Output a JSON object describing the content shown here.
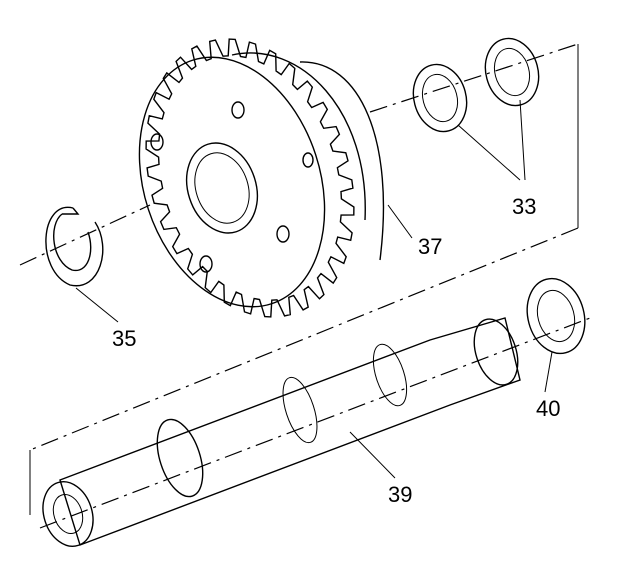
{
  "callouts": {
    "washers_top": "33",
    "retaining_ring": "35",
    "gear": "37",
    "shaft": "39",
    "washer_shaft_end": "40"
  },
  "colors": {
    "line": "#000000",
    "background": "#ffffff"
  }
}
